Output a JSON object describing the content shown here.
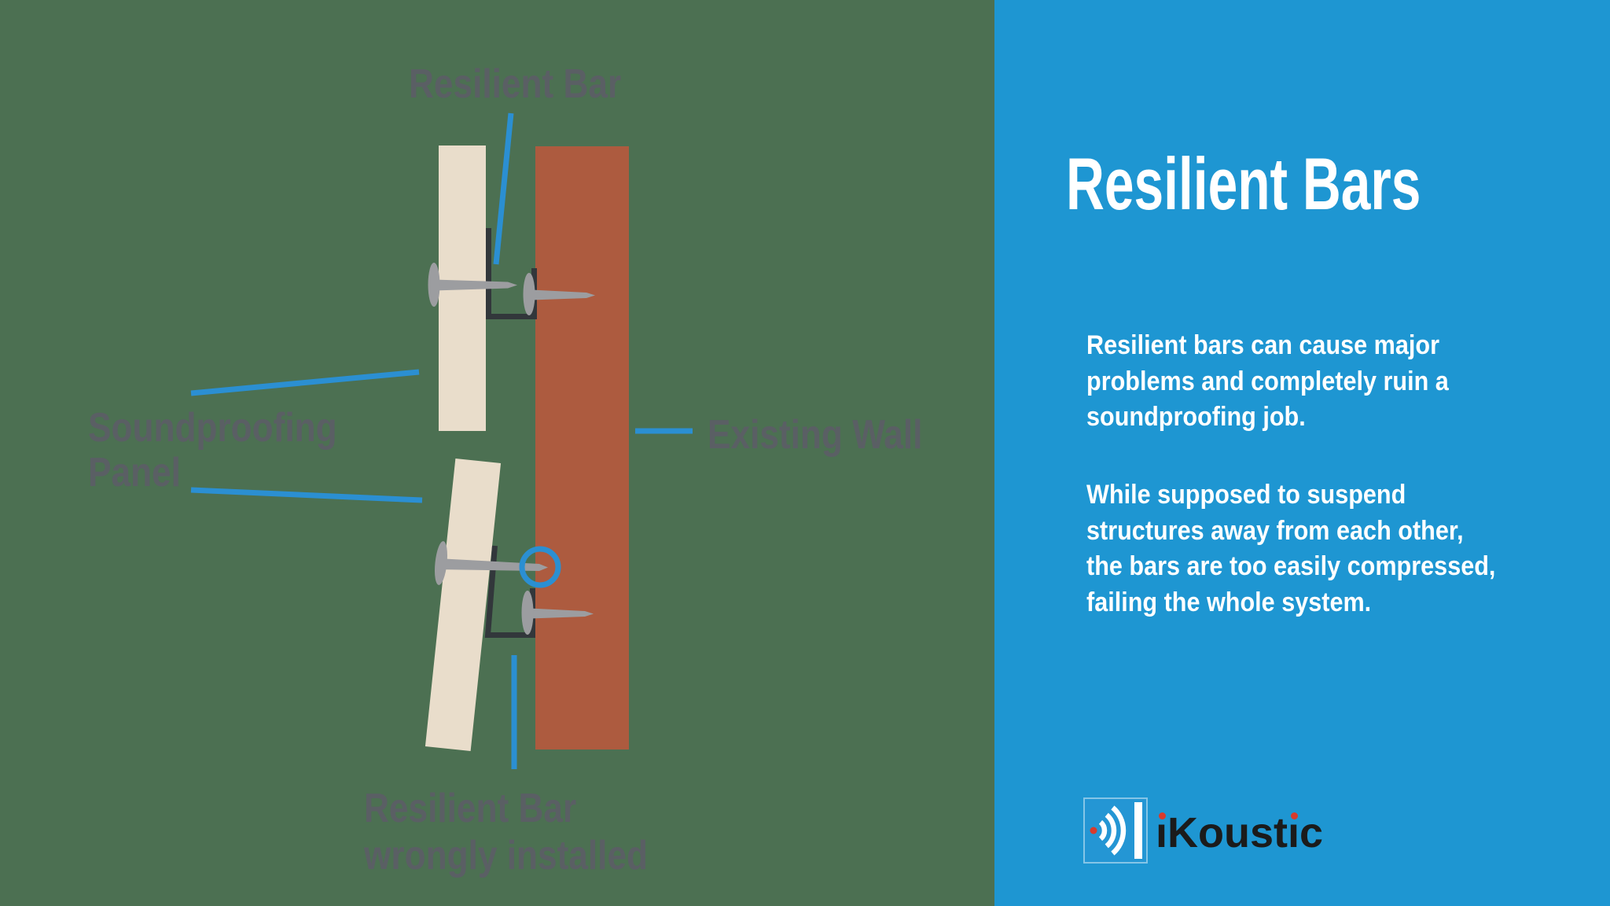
{
  "diagram": {
    "labels": {
      "resilient_bar": "Resilient Bar",
      "soundproofing_panel": [
        "Soundproofing",
        "Panel"
      ],
      "existing_wall": "Existing Wall",
      "wrong_install": [
        "Resilient Bar",
        "wrongly installed"
      ]
    }
  },
  "panel": {
    "title": "Resilient Bars",
    "paragraph1_lines": [
      "Resilient bars can cause major",
      "problems and completely ruin a",
      "soundproofing job."
    ],
    "paragraph2_lines": [
      "While supposed to suspend",
      "structures away from each other,",
      "the bars are too easily compressed,",
      "failing the whole system."
    ],
    "logo_text": "iKoustic"
  },
  "colors": {
    "background_green": "#4c7052",
    "panel_blue": "#1e96d2",
    "accent_blue": "#2b8fd2",
    "wall_brown": "#ad5b3f",
    "panel_cream": "#e9ddcb",
    "bar_dark": "#32373b",
    "screw_gray": "#9c9da0",
    "label_gray": "#5a5f64",
    "logo_black": "#1b1b1b",
    "logo_red": "#d93a2c",
    "text_white": "#ffffff",
    "logo_square_blue": "#2496d4"
  }
}
